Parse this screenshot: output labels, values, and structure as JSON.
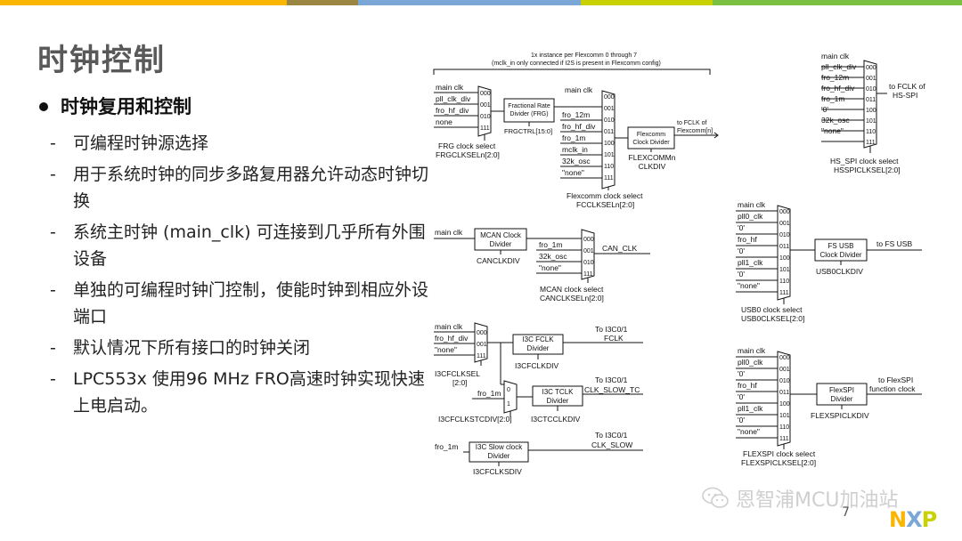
{
  "colors": {
    "bar": [
      "#f9b500",
      "#9b8542",
      "#7aa7d7",
      "#c9d200",
      "#7ac143"
    ],
    "title": "#595959"
  },
  "slide": {
    "title": "时钟控制",
    "bullet": "时钟复用和控制",
    "items": [
      "可编程时钟源选择",
      "用于系统时钟的同步多路复用器允许动态时钟切换",
      "系统主时钟 (main_clk) 可连接到几乎所有外围设备",
      "单独的可编程时钟门控制，使能时钟到相应外设端口",
      "默认情况下所有接口的时钟关闭",
      "LPC553x 使用96 MHz FRO高速时钟实现快速上电启动。"
    ],
    "page_number": "7",
    "watermark": "恩智浦MCU加油站",
    "logo": {
      "n": "N",
      "x": "X",
      "p": "P"
    }
  },
  "diagram": {
    "flexcomm_note1": "1x instance per Flexcomm 0 through 7",
    "flexcomm_note2": "(mclk_in only connected if I2S is present in Flexcomm config)",
    "frg": {
      "inputs": [
        "main clk",
        "pll_clk_div",
        "fro_hf_div",
        "none"
      ],
      "codes": [
        "000",
        "001",
        "010",
        "111"
      ],
      "block_l1": "Fractional Rate",
      "block_l2": "Divider (FRG)",
      "ctrl": "FRGCTRL[15:0]",
      "sel_l1": "FRG clock select",
      "sel_l2": "FRGCLKSELn[2:0]"
    },
    "fc": {
      "inputs": [
        "main clk",
        "",
        "fro_12m",
        "fro_hf_div",
        "fro_1m",
        "mclk_in",
        "32k_osc",
        "\"none\""
      ],
      "codes": [
        "000",
        "001",
        "010",
        "011",
        "100",
        "101",
        "110",
        "111"
      ],
      "block_l1": "Flexcomm",
      "block_l2": "Clock Divider",
      "out_l1": "to FCLK of",
      "out_l2": "Flexcomm[n]",
      "div_l1": "FLEXCOMMn",
      "div_l2": "CLKDIV",
      "sel_l1": "Flexcomm clock select",
      "sel_l2": "FCCLKSELn[2:0]"
    },
    "hs": {
      "inputs": [
        "main clk",
        "pll_clk_div",
        "fro_12m",
        "fro_hf_div",
        "fro_1m",
        "'0'",
        "32k_osc",
        "\"none\""
      ],
      "codes": [
        "000",
        "001",
        "010",
        "011",
        "100",
        "101",
        "110",
        "111"
      ],
      "out_l1": "to FCLK of",
      "out_l2": "HS-SPI",
      "sel_l1": "HS_SPI clock select",
      "sel_l2": "HSSPICLKSEL[2:0]"
    },
    "mcan": {
      "in": "main clk",
      "block_l1": "MCAN Clock",
      "block_l2": "Divider",
      "div": "CANCLKDIV",
      "inputs": [
        "",
        "fro_1m",
        "32k_osc",
        "\"none\""
      ],
      "codes": [
        "000",
        "001",
        "010",
        "111"
      ],
      "out": "CAN_CLK",
      "sel_l1": "MCAN clock select",
      "sel_l2": "CANCLKSELn[2:0]"
    },
    "usb": {
      "inputs": [
        "main clk",
        "pll0_clk",
        "'0'",
        "fro_hf",
        "'0'",
        "pll1_clk",
        "'0'",
        "\"none\""
      ],
      "codes": [
        "000",
        "001",
        "010",
        "011",
        "100",
        "101",
        "110",
        "111"
      ],
      "block_l1": "FS USB",
      "block_l2": "Clock Divider",
      "div": "USB0CLKDIV",
      "out": "to FS USB",
      "sel_l1": "USB0 clock select",
      "sel_l2": "USB0CLKSEL[2:0]"
    },
    "i3c": {
      "inputs": [
        "main clk",
        "fro_hf_div",
        "\"none\""
      ],
      "codes": [
        "000",
        "001",
        "111"
      ],
      "sel_l1": "I3CFCLKSEL",
      "sel_l2": "[2:0]",
      "fclk_l1": "I3C FCLK",
      "fclk_l2": "Divider",
      "fclk_div": "I3CFCLKDIV",
      "fclk_out_l1": "To I3C0/1",
      "fclk_out_l2": "FCLK",
      "fro1m": "fro_1m",
      "mux0": "0",
      "mux1": "1",
      "tc_l1": "I3C TCLK",
      "tc_l2": "Divider",
      "tc_div": "I3CTCCLKDIV",
      "tc_sel": "I3CFCLKSTCDIV[2:0]",
      "tc_out_l1": "To I3C0/1",
      "tc_out_l2": "CLK_SLOW_TC",
      "slow_in": "fro_1m",
      "slow_l1": "I3C Slow clock",
      "slow_l2": "Divider",
      "slow_div": "I3CFCLKSDIV",
      "slow_out_l1": "To I3C0/1",
      "slow_out_l2": "CLK_SLOW"
    },
    "flexspi": {
      "inputs": [
        "main clk",
        "pll0_clk",
        "'0'",
        "fro_hf",
        "'0'",
        "pll1_clk",
        "'0'",
        "\"none\""
      ],
      "codes": [
        "000",
        "001",
        "010",
        "011",
        "100",
        "101",
        "110",
        "111"
      ],
      "block_l1": "FlexSPI",
      "block_l2": "Divider",
      "div": "FLEXSPICLKDIV",
      "out_l1": "to FlexSPI",
      "out_l2": "function clock",
      "sel_l1": "FLEXSPI clock select",
      "sel_l2": "FLEXSPICLKSEL[2:0]"
    }
  }
}
